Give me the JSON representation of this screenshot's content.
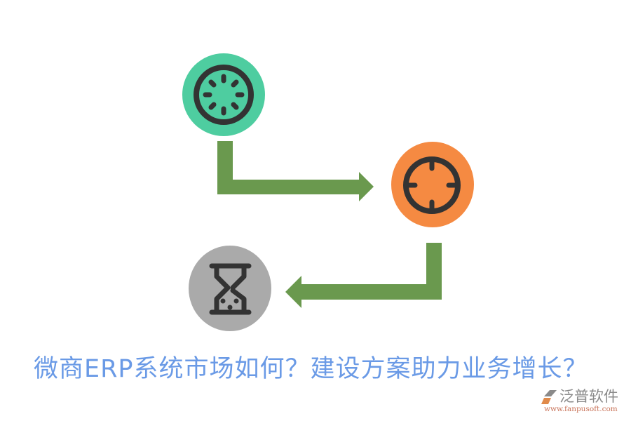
{
  "diagram": {
    "type": "process-flow",
    "nodes": [
      {
        "id": "loading",
        "icon": "loading-spinner-icon",
        "color": "#4ecda0",
        "icon_color": "#333333"
      },
      {
        "id": "target",
        "icon": "crosshair-target-icon",
        "color": "#f58a42",
        "icon_color": "#333333"
      },
      {
        "id": "hourglass",
        "icon": "hourglass-icon",
        "color": "#aaaaaa",
        "icon_color": "#333333"
      }
    ],
    "edges": [
      {
        "from": "loading",
        "to": "target",
        "shape": "elbow-right-arrow",
        "color": "#6a994e"
      },
      {
        "from": "target",
        "to": "hourglass",
        "shape": "elbow-left-arrow",
        "color": "#6a994e"
      }
    ]
  },
  "title": "微商ERP系统市场如何？建设方案助力业务增长？",
  "title_color": "#6a9ae6",
  "watermark": {
    "name": "泛普软件",
    "url": "www.fanpusoft.com"
  }
}
